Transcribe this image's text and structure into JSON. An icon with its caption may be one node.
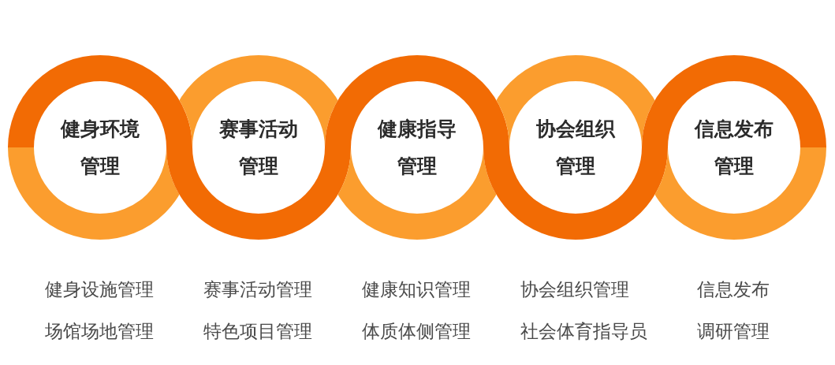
{
  "diagram": {
    "nodes": [
      {
        "text": [
          "健身环境管理"
        ],
        "beside": [
          "健身设施管理",
          "场馆场地管理"
        ]
      },
      {
        "text": [
          "赛事活动管理"
        ],
        "beside": [
          "赛事活动管理",
          "特色项目管理"
        ]
      },
      {
        "text": [
          "健康指导管理"
        ],
        "beside": [
          "健康知识管理",
          "体质体侧管理"
        ]
      },
      {
        "text": [
          "协会组织管理"
        ],
        "beside": [
          "协会组织管理",
          "社会体育指导员"
        ]
      },
      {
        "text": [
          "信息发布管理"
        ],
        "beside": [
          "信息发布",
          "调研管理"
        ]
      }
    ]
  }
}
